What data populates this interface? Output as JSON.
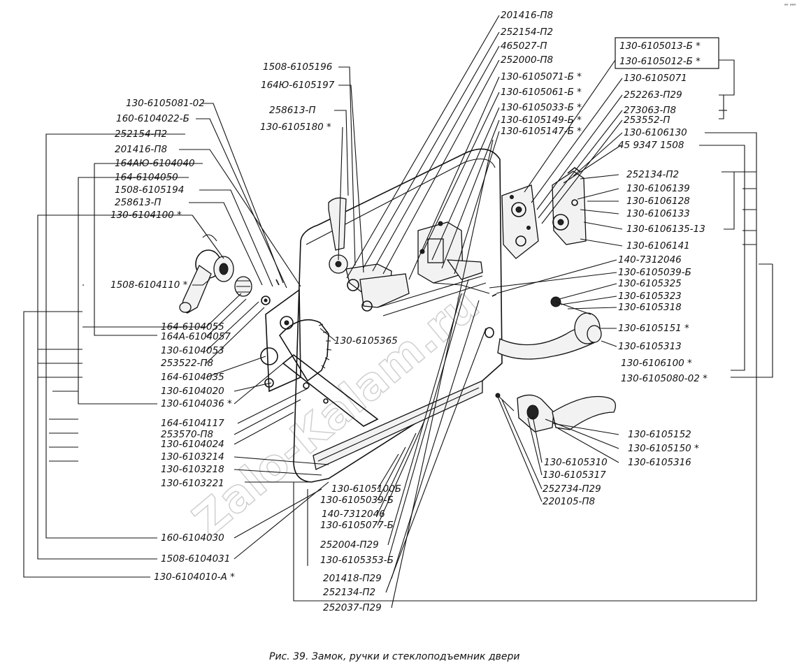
{
  "caption": "Рис. 39. Замок, ручки и стеклоподъемник двери",
  "watermark": "Zalo-Kalam.ru",
  "corner_mark": "ᵃᵉ ᵃᵃᵃ",
  "labels": {
    "l01": "201416-П8",
    "l02": "252154-П2",
    "l03": "465027-П",
    "l04": "252000-П8",
    "l05": "130-6105071-Б *",
    "l06": "130-6105061-Б *",
    "l07": "130-6105033-Б *",
    "l08": "130-6105149-Б *",
    "l09": "130-6105147-Б *",
    "l10": "1508-6105196",
    "l11": "164Ю-6105197",
    "l12": "258613-П",
    "l13": "130-6105180 *",
    "l14": "130-6105013-Б *",
    "l15": "130-6105012-Б *",
    "l16": "130-6105071",
    "l17": "252263-П29",
    "l18": "273063-П8",
    "l19": "253552-П",
    "l20": "130-6106130",
    "l21": "45 9347 1508",
    "l22": "252134-П2",
    "l23": "130-6106139",
    "l24": "130-6106128",
    "l25": "130-6106133",
    "l26": "130-6106135-13",
    "l27": "130-6106141",
    "l28": "140-7312046",
    "l29": "130-6105039-Б",
    "l30": "130-6105325",
    "l31": "130-6105323",
    "l32": "130-6105318",
    "l33": "130-6105151 *",
    "l34": "130-6105313",
    "l35": "130-6106100 *",
    "l36": "130-6105080-02 *",
    "l37": "130-6105081-02",
    "l38": "160-6104022-Б",
    "l39": "252154-П2",
    "l40": "201416-П8",
    "l41": "164АЮ-6104040",
    "l42": "164-6104050",
    "l43": "1508-6105194",
    "l44": "258613-П",
    "l45": "130-6104100 *",
    "l46": "1508-6104110 *",
    "l47": "164-6104055",
    "l48": "164А-6104057",
    "l49": "130-6104053",
    "l50": "253522-П8",
    "l51": "164-6104035",
    "l52": "130-6104020",
    "l53": "130-6104036 *",
    "l54": "164-6104117",
    "l55": "253570-П8",
    "l56": "130-6104024",
    "l57": "130-6103214",
    "l58": "130-6103218",
    "l59": "130-6103221",
    "l60": "160-6104030",
    "l61": "1508-6104031",
    "l62": "130-6104010-А *",
    "l63": "130-6105365",
    "l64": "130-6105100Б",
    "l65": "130-6105039-Б",
    "l66": "140-7312046",
    "l67": "130-6105077-Б",
    "l68": "252004-П29",
    "l69": "130-6105353-Б",
    "l70": "201418-П29",
    "l71": "252134-П2",
    "l72": "252037-П29",
    "l73": "130-6105152",
    "l74": "130-6105150 *",
    "l75": "130-6105316",
    "l76": "130-6105310",
    "l77": "130-6105317",
    "l78": "252734-П29",
    "l79": "220105-П8"
  }
}
